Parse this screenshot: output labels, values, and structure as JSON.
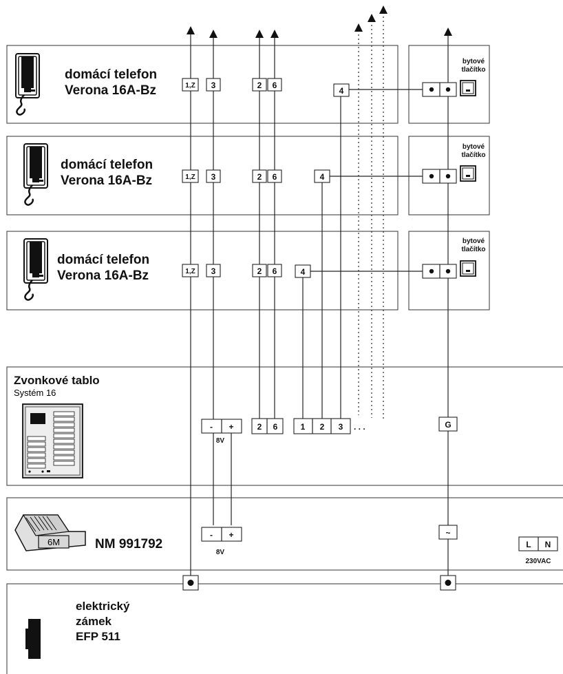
{
  "phones": [
    {
      "line1": "domácí telefon",
      "line2": "Verona 16A-Bz",
      "button_label_1": "bytové",
      "button_label_2": "tlačítko",
      "terminals": {
        "t1z": "1,Z",
        "t3": "3",
        "t2": "2",
        "t6": "6",
        "t4": "4"
      }
    },
    {
      "line1": "domácí telefon",
      "line2": "Verona 16A-Bz",
      "button_label_1": "bytové",
      "button_label_2": "tlačítko",
      "terminals": {
        "t1z": "1,Z",
        "t3": "3",
        "t2": "2",
        "t6": "6",
        "t4": "4"
      }
    },
    {
      "line1": "domácí telefon",
      "line2": "Verona 16A-Bz",
      "button_label_1": "bytové",
      "button_label_2": "tlačítko",
      "terminals": {
        "t1z": "1,Z",
        "t3": "3",
        "t2": "2",
        "t6": "6",
        "t4": "4"
      }
    }
  ],
  "tablo": {
    "title": "Zvonkové tablo",
    "subtitle": "Systém 16",
    "terminals": {
      "minus": "-",
      "plus": "+",
      "voltage": "8V",
      "t2": "2",
      "t6": "6",
      "c1": "1",
      "c2": "2",
      "c3": "3",
      "more": ". . .",
      "g": "G"
    }
  },
  "power": {
    "model": "NM 991792",
    "module_label": "6M",
    "terminals": {
      "minus": "-",
      "plus": "+",
      "voltage": "8V",
      "ac": "~",
      "L": "L",
      "N": "N",
      "mains": "230VAC"
    }
  },
  "lock": {
    "line1": "elektrický",
    "line2": "zámek",
    "line3": "EFP 511"
  }
}
